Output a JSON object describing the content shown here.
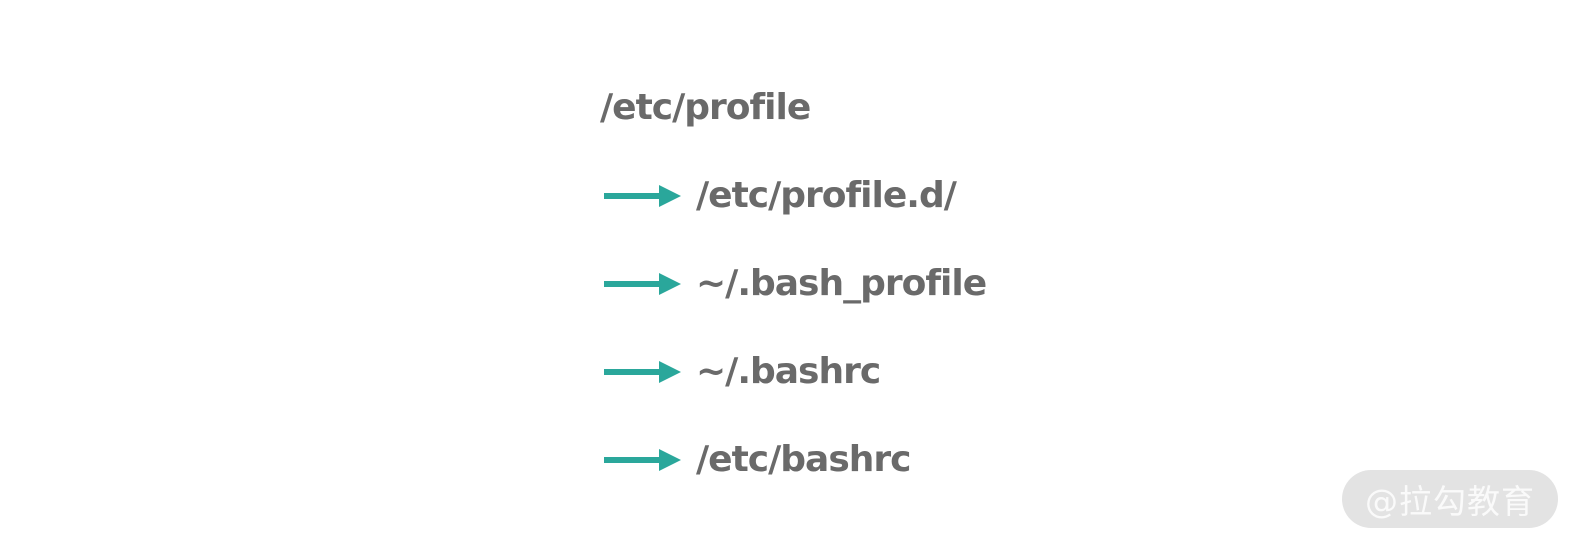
{
  "diagram": {
    "description": "bash startup configuration file load order",
    "root_label": "/etc/profile",
    "rows": [
      {
        "label": "/etc/profile.d/"
      },
      {
        "label": "~/.bash_profile"
      },
      {
        "label": "~/.bashrc"
      },
      {
        "label": "/etc/bashrc"
      }
    ],
    "arrow_icon": "right-arrow",
    "arrow_color": "#2aa79b",
    "text_color": "#6a6a6a",
    "background_color": "#ffffff"
  },
  "watermark": {
    "text": "@拉勾教育",
    "pill_color": "#e3e3e3",
    "text_color": "#fafafa"
  }
}
